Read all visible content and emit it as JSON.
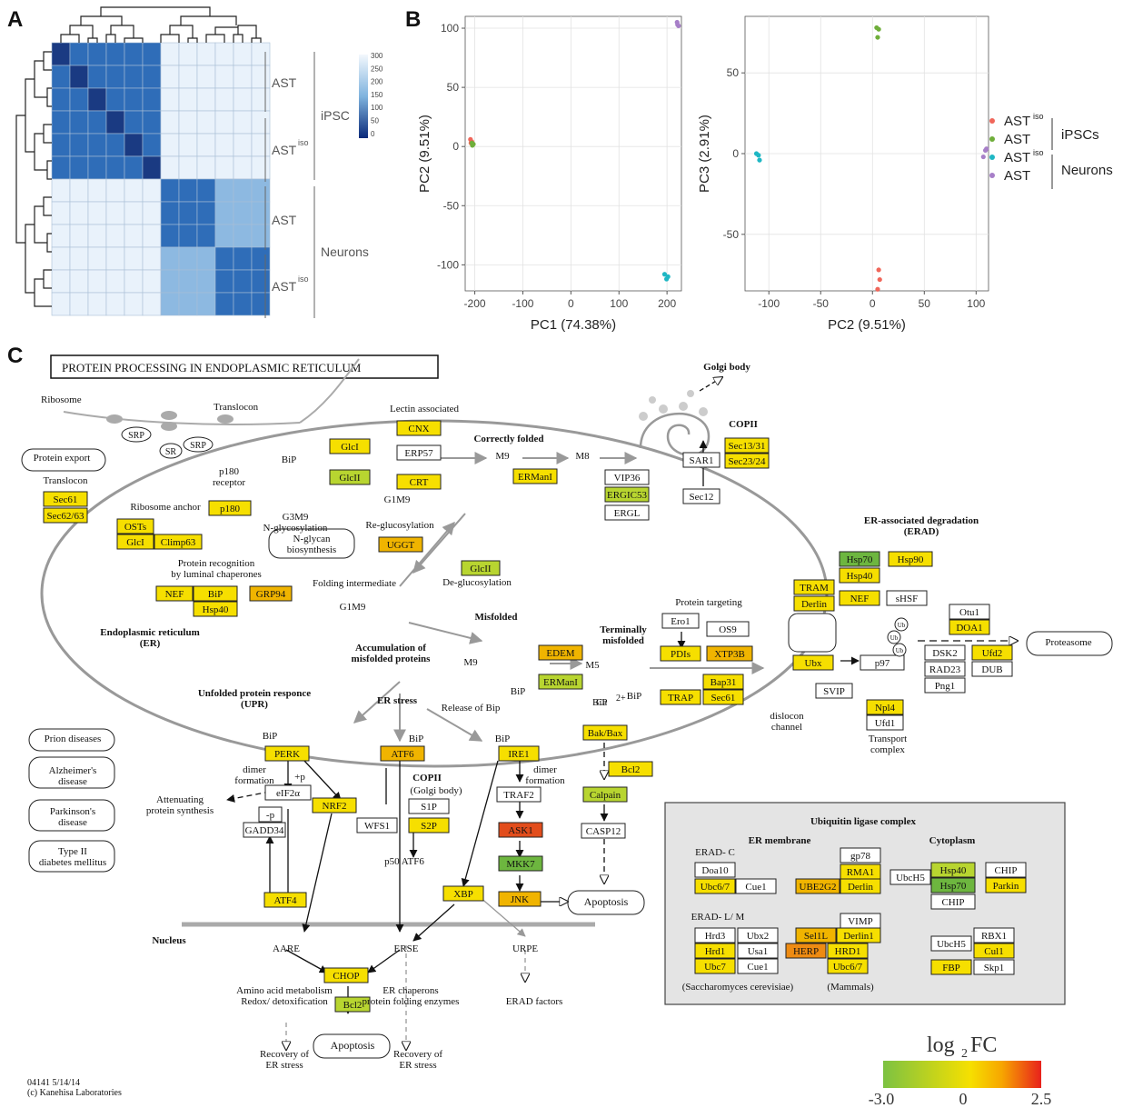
{
  "panels": {
    "a": "A",
    "b": "B",
    "c": "C"
  },
  "heatmap": {
    "n": 12,
    "colorbar_ticks": [
      "300",
      "250",
      "200",
      "150",
      "100",
      "50",
      "0"
    ],
    "group_labels": {
      "ast_ipsc": "AST",
      "astiso_ipsc": "AST",
      "ast_neuron": "AST",
      "astiso_neuron": "AST",
      "iso_sup": "iso",
      "ipsc": "iPSC",
      "neurons": "Neurons"
    },
    "colors": {
      "self": "#1a3a82",
      "within": "#2f6db8",
      "near": "#8db9e1",
      "far": "#e9f2fb"
    }
  },
  "chart_data": [
    {
      "type": "scatter",
      "xlabel": "PC1 (74.38%)",
      "ylabel": "PC2 (9.51%)",
      "xlim": [
        -220,
        230
      ],
      "ylim": [
        -122,
        110
      ],
      "xticks": [
        "-200",
        "-100",
        "0",
        "100",
        "200"
      ],
      "yticks": [
        "100",
        "50",
        "0",
        "-50",
        "-100"
      ],
      "series": [
        {
          "color": "#f0665a",
          "points": [
            [
              -209,
              6
            ],
            [
              -206,
              4
            ],
            [
              -208,
              3
            ]
          ]
        },
        {
          "color": "#6fae3a",
          "points": [
            [
              -206,
              3
            ],
            [
              -203,
              2
            ],
            [
              -205,
              1
            ]
          ]
        },
        {
          "color": "#1fb7c4",
          "points": [
            [
              195,
              -108
            ],
            [
              199,
              -112
            ],
            [
              202,
              -110
            ]
          ]
        },
        {
          "color": "#a77fc8",
          "points": [
            [
              221,
              105
            ],
            [
              224,
              102
            ],
            [
              222,
              103
            ]
          ]
        }
      ]
    },
    {
      "type": "scatter",
      "xlabel": "PC2 (9.51%)",
      "ylabel": "PC3 (2.91%)",
      "xlim": [
        -123,
        112
      ],
      "ylim": [
        -85,
        85
      ],
      "xticks": [
        "-100",
        "-50",
        "0",
        "50",
        "100"
      ],
      "yticks": [
        "50",
        "0",
        "-50"
      ],
      "series": [
        {
          "color": "#f0665a",
          "points": [
            [
              6,
              -72
            ],
            [
              7,
              -78
            ],
            [
              5,
              -84
            ]
          ]
        },
        {
          "color": "#6fae3a",
          "points": [
            [
              4,
              78
            ],
            [
              6,
              77
            ],
            [
              5,
              72
            ]
          ]
        },
        {
          "color": "#1fb7c4",
          "points": [
            [
              -112,
              0
            ],
            [
              -110,
              -1
            ],
            [
              -109,
              -4
            ]
          ]
        },
        {
          "color": "#a77fc8",
          "points": [
            [
              107,
              -2
            ],
            [
              109,
              2
            ],
            [
              110,
              3
            ]
          ]
        }
      ]
    }
  ],
  "legend": {
    "items": [
      {
        "label": "AST",
        "sup": "iso",
        "color": "#f0665a"
      },
      {
        "label": "AST",
        "sup": "",
        "color": "#6fae3a"
      },
      {
        "label": "AST",
        "sup": "iso",
        "color": "#1fb7c4"
      },
      {
        "label": "AST",
        "sup": "",
        "color": "#a77fc8"
      }
    ],
    "groups": [
      "iPSCs",
      "Neurons"
    ]
  },
  "pathway": {
    "title": "PROTEIN PROCESSING IN ENDOPLASMIC RETICULUM",
    "boxes": [
      {
        "t": "Sec61",
        "c": "y"
      },
      {
        "t": "Sec62/63",
        "c": "y"
      },
      {
        "t": "OSTs",
        "c": "y"
      },
      {
        "t": "GlcI",
        "c": "y"
      },
      {
        "t": "Climp63",
        "c": "y"
      },
      {
        "t": "p180",
        "c": "y"
      },
      {
        "t": "GlcI",
        "c": "y"
      },
      {
        "t": "GlcII",
        "c": "g"
      },
      {
        "t": "CNX",
        "c": "y"
      },
      {
        "t": "ERP57",
        "c": "w"
      },
      {
        "t": "CRT",
        "c": "y"
      },
      {
        "t": "UGGT",
        "c": "o"
      },
      {
        "t": "ERManI",
        "c": "y"
      },
      {
        "t": "VIP36",
        "c": "w"
      },
      {
        "t": "ERGIC53",
        "c": "g"
      },
      {
        "t": "ERGL",
        "c": "w"
      },
      {
        "t": "SAR1",
        "c": "w"
      },
      {
        "t": "Sec13/31",
        "c": "y"
      },
      {
        "t": "Sec23/24",
        "c": "y"
      },
      {
        "t": "Sec12",
        "c": "w"
      },
      {
        "t": "GlcII",
        "c": "g"
      },
      {
        "t": "NEF",
        "c": "y"
      },
      {
        "t": "BiP",
        "c": "y"
      },
      {
        "t": "Hsp40",
        "c": "y"
      },
      {
        "t": "GRP94",
        "c": "o"
      },
      {
        "t": "EDEM",
        "c": "o"
      },
      {
        "t": "ERManI",
        "c": "g"
      },
      {
        "t": "Ero1",
        "c": "w"
      },
      {
        "t": "OS9",
        "c": "w"
      },
      {
        "t": "PDIs",
        "c": "y"
      },
      {
        "t": "XTP3B",
        "c": "o"
      },
      {
        "t": "Bap31",
        "c": "y"
      },
      {
        "t": "TRAP",
        "c": "y"
      },
      {
        "t": "Sec61",
        "c": "y"
      },
      {
        "t": "Hsp70",
        "c": "G"
      },
      {
        "t": "Hsp90",
        "c": "y"
      },
      {
        "t": "Hsp40",
        "c": "y"
      },
      {
        "t": "TRAM",
        "c": "y"
      },
      {
        "t": "Derlin",
        "c": "y"
      },
      {
        "t": "NEF",
        "c": "y"
      },
      {
        "t": "sHSF",
        "c": "w"
      },
      {
        "t": "Otu1",
        "c": "w"
      },
      {
        "t": "DOA1",
        "c": "y"
      },
      {
        "t": "DSK2",
        "c": "w"
      },
      {
        "t": "Ufd2",
        "c": "y"
      },
      {
        "t": "RAD23",
        "c": "w"
      },
      {
        "t": "DUB",
        "c": "w"
      },
      {
        "t": "Png1",
        "c": "w"
      },
      {
        "t": "Ubx",
        "c": "y"
      },
      {
        "t": "p97",
        "c": "w"
      },
      {
        "t": "SVIP",
        "c": "w"
      },
      {
        "t": "Npl4",
        "c": "y"
      },
      {
        "t": "Ufd1",
        "c": "w"
      },
      {
        "t": "Bak/Bax",
        "c": "y"
      },
      {
        "t": "Bcl2",
        "c": "y"
      },
      {
        "t": "Calpain",
        "c": "g"
      },
      {
        "t": "CASP12",
        "c": "w"
      },
      {
        "t": "PERK",
        "c": "y"
      },
      {
        "t": "ATF6",
        "c": "o"
      },
      {
        "t": "IRE1",
        "c": "y"
      },
      {
        "t": "eIF2α",
        "c": "w"
      },
      {
        "t": "NRF2",
        "c": "y"
      },
      {
        "t": "GADD34",
        "c": "w"
      },
      {
        "t": "-p",
        "c": "w"
      },
      {
        "t": "WFS1",
        "c": "w"
      },
      {
        "t": "S1P",
        "c": "w"
      },
      {
        "t": "S2P",
        "c": "y"
      },
      {
        "t": "TRAF2",
        "c": "w"
      },
      {
        "t": "ASK1",
        "c": "r"
      },
      {
        "t": "MKK7",
        "c": "G"
      },
      {
        "t": "JNK",
        "c": "o"
      },
      {
        "t": "XBP",
        "c": "y"
      },
      {
        "t": "ATF4",
        "c": "y"
      },
      {
        "t": "CHOP",
        "c": "y"
      },
      {
        "t": "Bcl2",
        "c": "g"
      },
      {
        "t": "gp78",
        "c": "w"
      },
      {
        "t": "RMA1",
        "c": "y"
      },
      {
        "t": "UBE2G2",
        "c": "o"
      },
      {
        "t": "Derlin",
        "c": "y"
      },
      {
        "t": "Doa10",
        "c": "w"
      },
      {
        "t": "Ubc6/7",
        "c": "y"
      },
      {
        "t": "Cue1",
        "c": "w"
      },
      {
        "t": "Hsp40",
        "c": "g"
      },
      {
        "t": "CHIP",
        "c": "w"
      },
      {
        "t": "Hsp70",
        "c": "G"
      },
      {
        "t": "Parkin",
        "c": "y"
      },
      {
        "t": "UbcH5",
        "c": "w"
      },
      {
        "t": "CHIP",
        "c": "w"
      },
      {
        "t": "VIMP",
        "c": "w"
      },
      {
        "t": "Hrd3",
        "c": "w"
      },
      {
        "t": "Ubx2",
        "c": "w"
      },
      {
        "t": "Sel1L",
        "c": "o"
      },
      {
        "t": "Derlin1",
        "c": "y"
      },
      {
        "t": "Hrd1",
        "c": "y"
      },
      {
        "t": "Usa1",
        "c": "w"
      },
      {
        "t": "HERP",
        "c": "O"
      },
      {
        "t": "HRD1",
        "c": "y"
      },
      {
        "t": "Ubc7",
        "c": "y"
      },
      {
        "t": "Cue1",
        "c": "w"
      },
      {
        "t": "Ubc6/7",
        "c": "y"
      },
      {
        "t": "RBX1",
        "c": "w"
      },
      {
        "t": "UbcH5",
        "c": "w"
      },
      {
        "t": "Cul1",
        "c": "y"
      },
      {
        "t": "FBP",
        "c": "y"
      },
      {
        "t": "Skp1",
        "c": "w"
      }
    ],
    "labels": {
      "ribosome": "Ribosome",
      "translocon1": "Translocon",
      "srp": "SRP",
      "sr": "SR",
      "srp2": "SRP",
      "p180r": "p180\nreceptor",
      "lectin": "Lectin  associated",
      "correctly": "Correctly folded",
      "m9": "M9",
      "m8": "M8",
      "golgi": "Golgi body",
      "copii1": "COPII",
      "bip1": "BiP",
      "g3m9": "G3M9\nN-glycosylation",
      "g1m9": "G1M9",
      "reglc": "Re-glucosylation",
      "nglycan": "N-glycan\nbiosynthesis",
      "protexp": "Protein export",
      "translocon2": "Translocon",
      "ribanchor": "Ribosome anchor",
      "protrec": "Protein recognition\nby luminal chaperones",
      "folding": "Folding intermediate",
      "deglc": "De-glucosylation",
      "g1m9b": "G1M9",
      "er": "Endoplasmic reticulum\n(ER)",
      "misfolded": "Misfolded",
      "accum": "Accumulation of\nmisfolded proteins",
      "m9b": "M9",
      "bip2": "BiP",
      "m5": "M5",
      "bip3": "BiP",
      "term": "Terminally\nmisfolded",
      "prottarget": "Protein targeting",
      "erad": "ER-associated degradation\n(ERAD)",
      "ubiqcx": "Ubiquitin\nligase\ncomplex",
      "dislocon": "dislocon\nchannel",
      "proteasome": "Proteasome",
      "transport": "Transport\ncomplex",
      "upr": "Unfolded protein responce\n(UPR)",
      "erstress": "ER stress",
      "relbip": "Release of Bip",
      "ca": "Ca",
      "ca2": "2+",
      "bip4": "BiP",
      "bip5": "BiP",
      "bip6": "BiP",
      "bip7": "BiP",
      "dimer1": "dimer\nformation",
      "dimer2": "dimer\nformation",
      "attn": "Attenuating\nprotein synthesis",
      "plusp": "+p",
      "copii2": "COPII",
      "golgi2": "(Golgi body)",
      "p50": "p50 ATF6",
      "apop1": "Apoptosis",
      "nucleus": "Nucleus",
      "aare": "AARE",
      "erse": "ERSE",
      "urpe": "URPE",
      "amino": "Amino acid  metabolism\nRedox/ detoxification",
      "erchap": "ER chaperons\nprotein folding enzymes",
      "eradf": "ERAD factors",
      "apop2": "Apoptosis",
      "rec1": "Recovery of\nER stress",
      "rec2": "Recovery of\nER stress",
      "prion": "Prion diseases",
      "alz": "Alzheimer's\ndisease",
      "park": "Parkinson's\ndisease",
      "t2d": "Type II\ndiabetes mellitus",
      "footer": "04141 5/14/14\n(c) Kanehisa Laboratories",
      "ulc": "Ubiquitin ligase complex",
      "ermem": "ER membrane",
      "cyto": "Cytoplasm",
      "eradc": "ERAD- C",
      "eradlm": "ERAD- L/ M",
      "sacc": "(Saccharomyces cerevisiae)",
      "mammals": "(Mammals)",
      "ub": "Ub"
    },
    "fc_colors": {
      "y": "#f6df00",
      "o": "#f0b400",
      "O": "#ee8b12",
      "r": "#e24d1c",
      "g": "#b8d530",
      "G": "#6db63f",
      "w": "#ffffff"
    },
    "colorscale": {
      "title": "log",
      "sub": "2",
      "suffix": "FC",
      "min": "-3.0",
      "mid": "0",
      "max": "2.5"
    }
  }
}
